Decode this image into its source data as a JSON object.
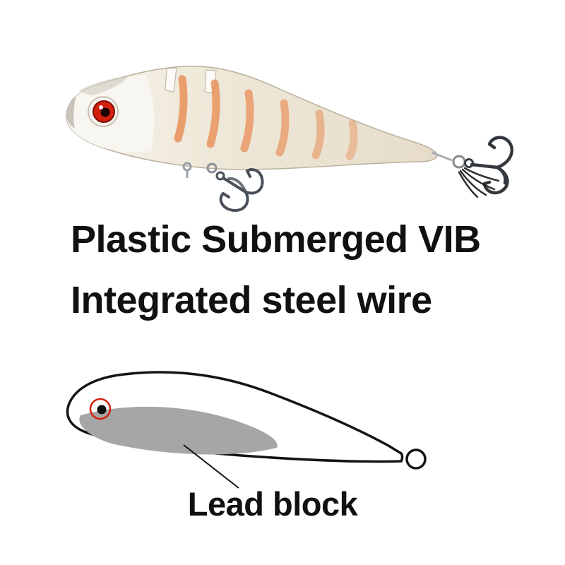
{
  "image": {
    "headline": {
      "line1": "Plastic Submerged VIB",
      "line2": "Integrated steel wire"
    },
    "diagram": {
      "label": "Lead block"
    },
    "colors": {
      "background": "#ffffff",
      "text": "#111111",
      "stripe_orange": "#e8884e",
      "eye_red": "#d31f0e",
      "lead_gray": "#a6a6a6",
      "outline": "#141414",
      "hook_metal": "#3c4147"
    },
    "icons": {
      "lure_photo": "vib-lure-photo",
      "lure_diagram": "vib-lure-outline-diagram",
      "front_hook": "treble-hook-icon",
      "rear_hook": "treble-hook-icon",
      "tail_loop": "line-tie-loop-icon",
      "eye": "lure-eye-icon"
    }
  }
}
